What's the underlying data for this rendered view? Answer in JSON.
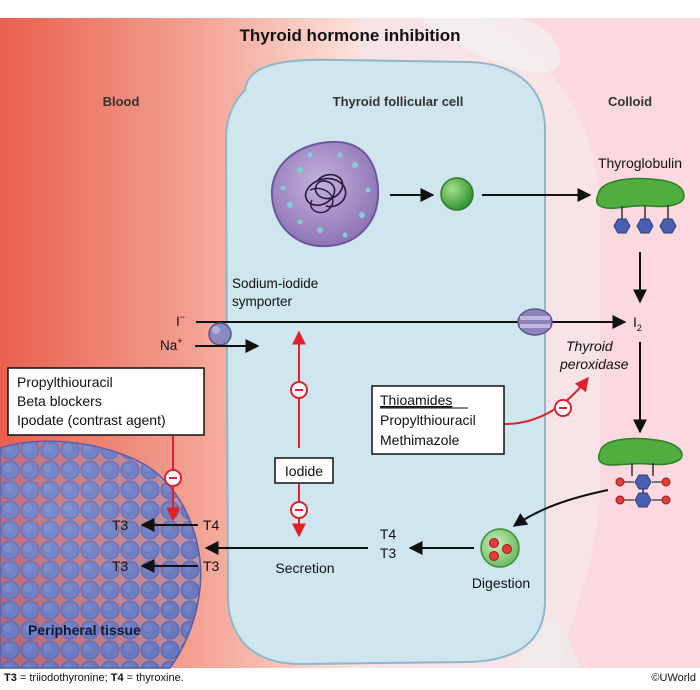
{
  "title": "Thyroid hormone inhibition",
  "regions": {
    "blood": "Blood",
    "cell": "Thyroid follicular cell",
    "colloid": "Colloid",
    "peripheral": "Peripheral tissue"
  },
  "labels": {
    "thyroglobulin": "Thyroglobulin",
    "symporter_line1": "Sodium-iodide",
    "symporter_line2": "symporter",
    "iodide_ion": "I",
    "iodide_charge": "−",
    "sodium_ion": "Na",
    "sodium_charge": "+",
    "iodine": "I",
    "iodine_sub": "2",
    "peroxidase_line1": "Thyroid",
    "peroxidase_line2": "peroxidase",
    "iodide_box": "Iodide",
    "secretion": "Secretion",
    "digestion": "Digestion",
    "t4_cell": "T4",
    "t3_cell": "T3",
    "t3_periph_1": "T3",
    "t4_periph": "T4",
    "t3_periph_2": "T3",
    "t3_periph_3": "T3",
    "inhibit_symbol": "−"
  },
  "peripheral_inhibitors": [
    "Propylthiouracil",
    "Beta blockers",
    "Ipodate (contrast agent)"
  ],
  "thioamides": {
    "heading": "Thioamides",
    "items": [
      "Propylthiouracil",
      "Methimazole"
    ]
  },
  "footnote": {
    "t3_abbr": "T3",
    "t3_def": " = triiodothyronine; ",
    "t4_abbr": "T4",
    "t4_def": " = thyroxine."
  },
  "copyright": "©UWorld",
  "colors": {
    "inhibit_red": "#e0202a",
    "cell_fill": "#cfe6ee",
    "colloid_fill": "#fbe1e4",
    "blood_red": "#ea6e5c",
    "thyroglobulin_green": "#4fae3f",
    "iodine_blue": "#4a5fb0",
    "nucleus_purple": "#a88ec6"
  }
}
